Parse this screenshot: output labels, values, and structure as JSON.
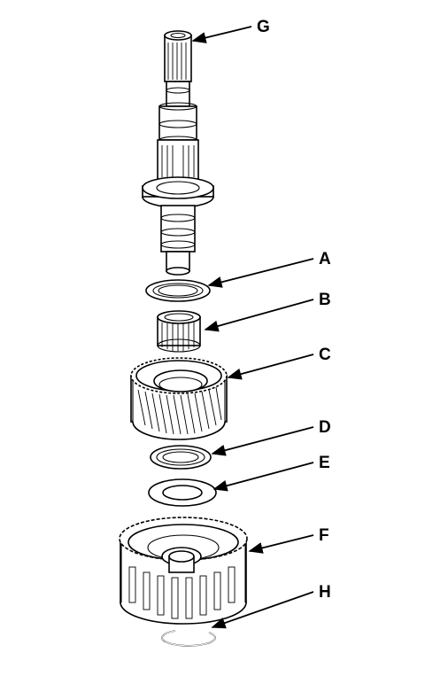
{
  "callouts": {
    "A": "A",
    "B": "B",
    "C": "C",
    "D": "D",
    "E": "E",
    "F": "F",
    "G": "G",
    "H": "H"
  }
}
